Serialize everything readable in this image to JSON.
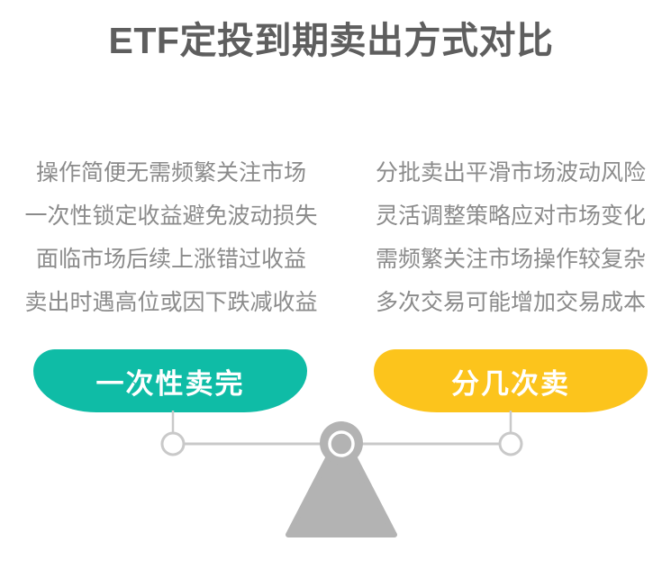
{
  "page": {
    "title": "ETF定投到期卖出方式对比",
    "colors": {
      "background": "#ffffff",
      "title_text": "#5e5e5e",
      "body_text": "#8b8b8b",
      "accent_left": "#0fbca6",
      "accent_right": "#fcc41c",
      "pan_label_text": "#ffffff",
      "scale_gray": "#b3b3b3",
      "beam_gray": "#c9c9c9"
    }
  },
  "comparison": {
    "left": {
      "label": "一次性卖完",
      "points": [
        "操作简便无需频繁关注市场",
        "一次性锁定收益避免波动损失",
        "面临市场后续上涨错过收益",
        "卖出时遇高位或因下跌减收益"
      ]
    },
    "right": {
      "label": "分几次卖",
      "points": [
        "分批卖出平滑市场波动风险",
        "灵活调整策略应对市场变化",
        "需频繁关注市场操作较复杂",
        "多次交易可能增加交易成本"
      ]
    }
  }
}
